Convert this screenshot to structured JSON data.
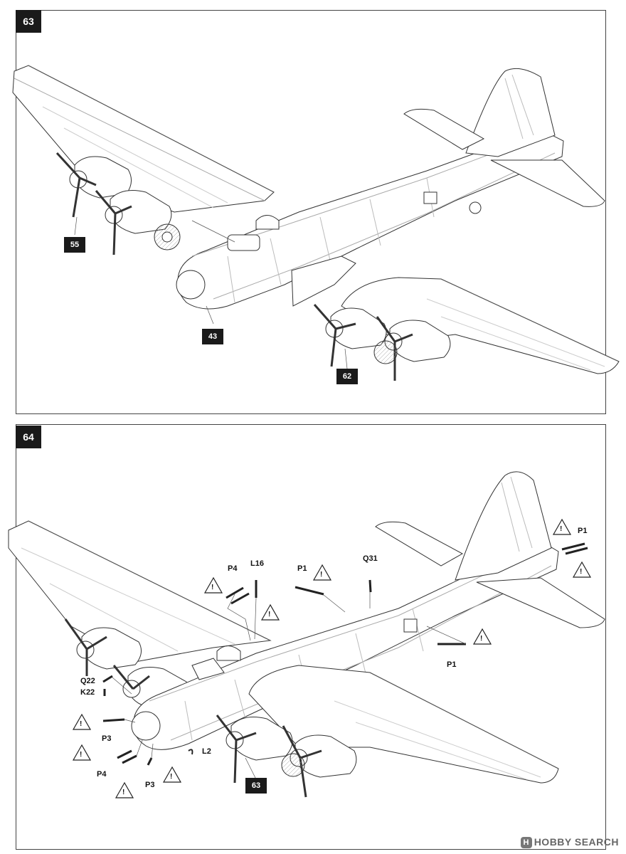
{
  "steps": [
    {
      "number": "63",
      "refs": [
        "55",
        "43",
        "62"
      ]
    },
    {
      "number": "64",
      "ref": "63"
    }
  ],
  "parts": {
    "p4_top": "P4",
    "l16": "L16",
    "p1_top": "P1",
    "q31": "Q31",
    "p1_tail": "P1",
    "p1_side": "P1",
    "q22": "Q22",
    "k22": "K22",
    "p3_nose": "P3",
    "p4_lower": "P4",
    "p3_lower": "P3",
    "l2": "L2"
  },
  "warning_glyph": "!",
  "watermark": {
    "mark": "H",
    "text": "HOBBY SEARCH"
  }
}
